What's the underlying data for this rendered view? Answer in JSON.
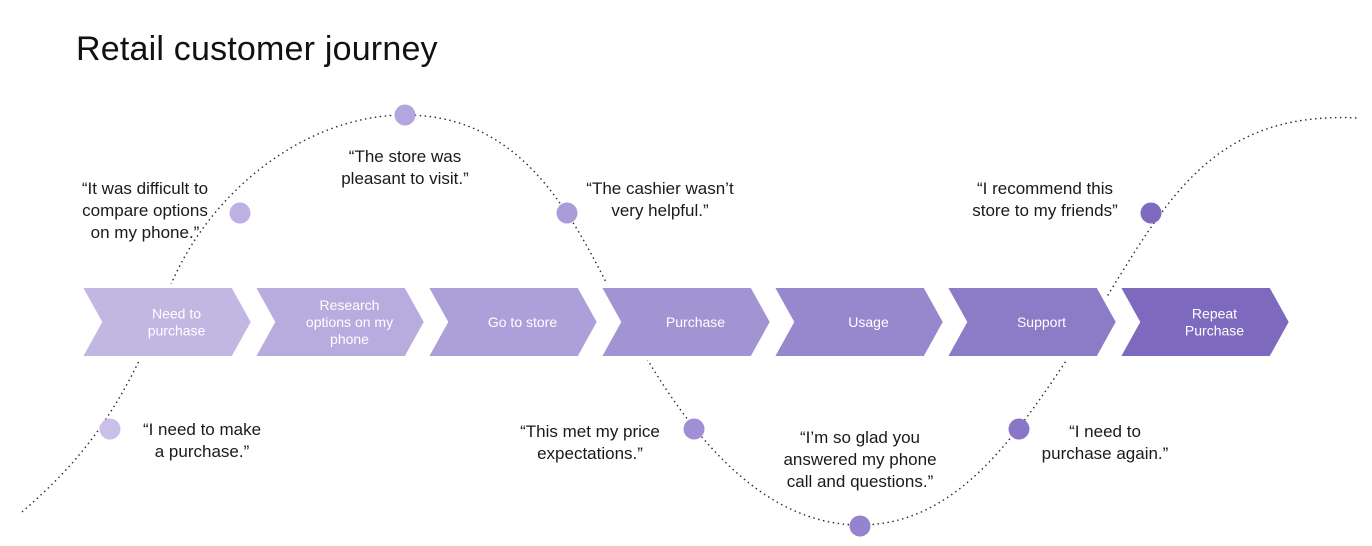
{
  "title": "Retail customer journey",
  "colors": {
    "curve": "#2b2b2b",
    "stages": [
      "#c2b6e3",
      "#b8abde",
      "#ad9fd9",
      "#a293d3",
      "#9787cd",
      "#8c7bc7",
      "#7d6abf"
    ],
    "dots": [
      "#c9bfe7",
      "#bdb1e2",
      "#b3a6de",
      "#aa9bd9",
      "#a08fd4",
      "#9583cd",
      "#8a76c6",
      "#7f6abf",
      "#7560b9"
    ]
  },
  "stages": [
    {
      "label": "Need to\npurchase"
    },
    {
      "label": "Research\noptions on my\nphone"
    },
    {
      "label": "Go to store"
    },
    {
      "label": "Purchase"
    },
    {
      "label": "Usage"
    },
    {
      "label": "Support"
    },
    {
      "label": "Repeat\nPurchase"
    }
  ],
  "quotes": [
    {
      "text": "“I need to make\na purchase.”"
    },
    {
      "text": "“It was difficult to\ncompare options\non my phone.”"
    },
    {
      "text": "“The store was\npleasant to visit.”"
    },
    {
      "text": "“The cashier wasn’t\nvery helpful.”"
    },
    {
      "text": "“This met my price\nexpectations.”"
    },
    {
      "text": "“I’m so glad you\nanswered my phone\ncall and questions.”"
    },
    {
      "text": "“I need to\npurchase again.”"
    },
    {
      "text": "“I recommend this\nstore to my friends”"
    }
  ]
}
